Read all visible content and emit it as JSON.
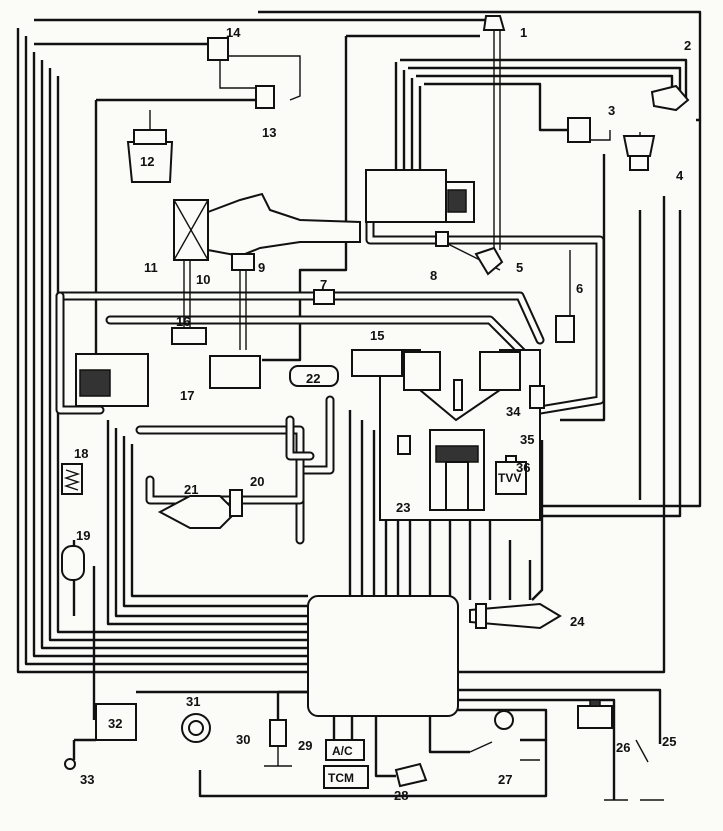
{
  "diagram": {
    "components": [
      {
        "num": "1"
      },
      {
        "num": "2"
      },
      {
        "num": "3"
      },
      {
        "num": "4"
      },
      {
        "num": "5"
      },
      {
        "num": "6"
      },
      {
        "num": "7"
      },
      {
        "num": "8"
      },
      {
        "num": "9"
      },
      {
        "num": "10"
      },
      {
        "num": "11"
      },
      {
        "num": "12"
      },
      {
        "num": "13"
      },
      {
        "num": "14"
      },
      {
        "num": "15"
      },
      {
        "num": "16"
      },
      {
        "num": "17"
      },
      {
        "num": "18"
      },
      {
        "num": "19"
      },
      {
        "num": "20"
      },
      {
        "num": "21"
      },
      {
        "num": "22"
      },
      {
        "num": "23"
      },
      {
        "num": "24"
      },
      {
        "num": "25"
      },
      {
        "num": "26"
      },
      {
        "num": "27"
      },
      {
        "num": "28"
      },
      {
        "num": "29"
      },
      {
        "num": "30"
      },
      {
        "num": "31"
      },
      {
        "num": "32"
      },
      {
        "num": "33"
      },
      {
        "num": "34"
      },
      {
        "num": "35"
      },
      {
        "num": "36"
      }
    ],
    "boxes": {
      "ac": "A/C",
      "tcm": "TCM",
      "tvv": "TVV"
    }
  }
}
